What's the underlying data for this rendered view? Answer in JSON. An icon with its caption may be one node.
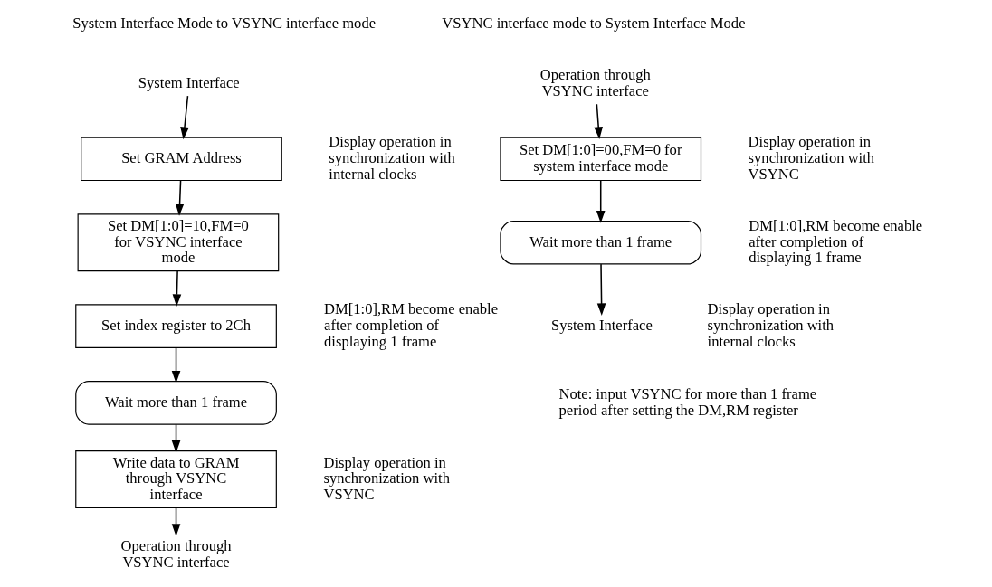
{
  "diagram": {
    "nodes": [
      {
        "text": [
          "System Interface"
        ]
      },
      {
        "text": [
          "Set GRAM Address"
        ]
      },
      {
        "text": [
          "Set DM[1:0]=10,FM=0 for VSYNC interface mode"
        ]
      },
      {
        "text": [
          "Set index register to 2Ch"
        ]
      },
      {
        "text": [
          "Wait more than 1 frame"
        ]
      },
      {
        "text": [
          "Write data to GRAM through VSYNC interface"
        ]
      },
      {
        "text": [
          "Operation through VSYNC interface"
        ]
      },
      {
        "text": [
          "Operation through VSYNC interface"
        ]
      },
      {
        "text": [
          "Set DM[1:0]=00,FM=0 for system interface mode"
        ]
      },
      {
        "text": [
          "Wait more than 1 frame"
        ]
      },
      {
        "text": [
          "System Interface"
        ]
      }
    ],
    "edges": [
      {
        "from": 0,
        "to": 1,
        "arrow": "to"
      },
      {
        "from": 1,
        "to": 2,
        "arrow": "to"
      },
      {
        "from": 2,
        "to": 3,
        "arrow": "to"
      },
      {
        "from": 3,
        "to": 4,
        "arrow": "to"
      },
      {
        "from": 4,
        "to": 5,
        "arrow": "to"
      },
      {
        "from": 5,
        "to": 6,
        "arrow": "to"
      },
      {
        "from": 7,
        "to": 8,
        "arrow": "to"
      },
      {
        "from": 8,
        "to": 9,
        "arrow": "to"
      },
      {
        "from": 9,
        "to": 10,
        "arrow": "to"
      }
    ],
    "labels": [
      "System Interface Mode to VSYNC interface mode",
      "VSYNC interface mode to System Interface Mode",
      "Display operation in synchronization with internal clocks",
      "DM[1:0],RM become enable after completion of displaying 1 frame",
      "Display operation in synchronization with VSYNC",
      "Display operation in synchronization with VSYNC",
      "DM[1:0],RM become enable after completion of displaying 1 frame",
      "Display operation in synchronization with internal clocks",
      "Note: input VSYNC for more than 1 frame period after setting the DM,RM register"
    ]
  }
}
